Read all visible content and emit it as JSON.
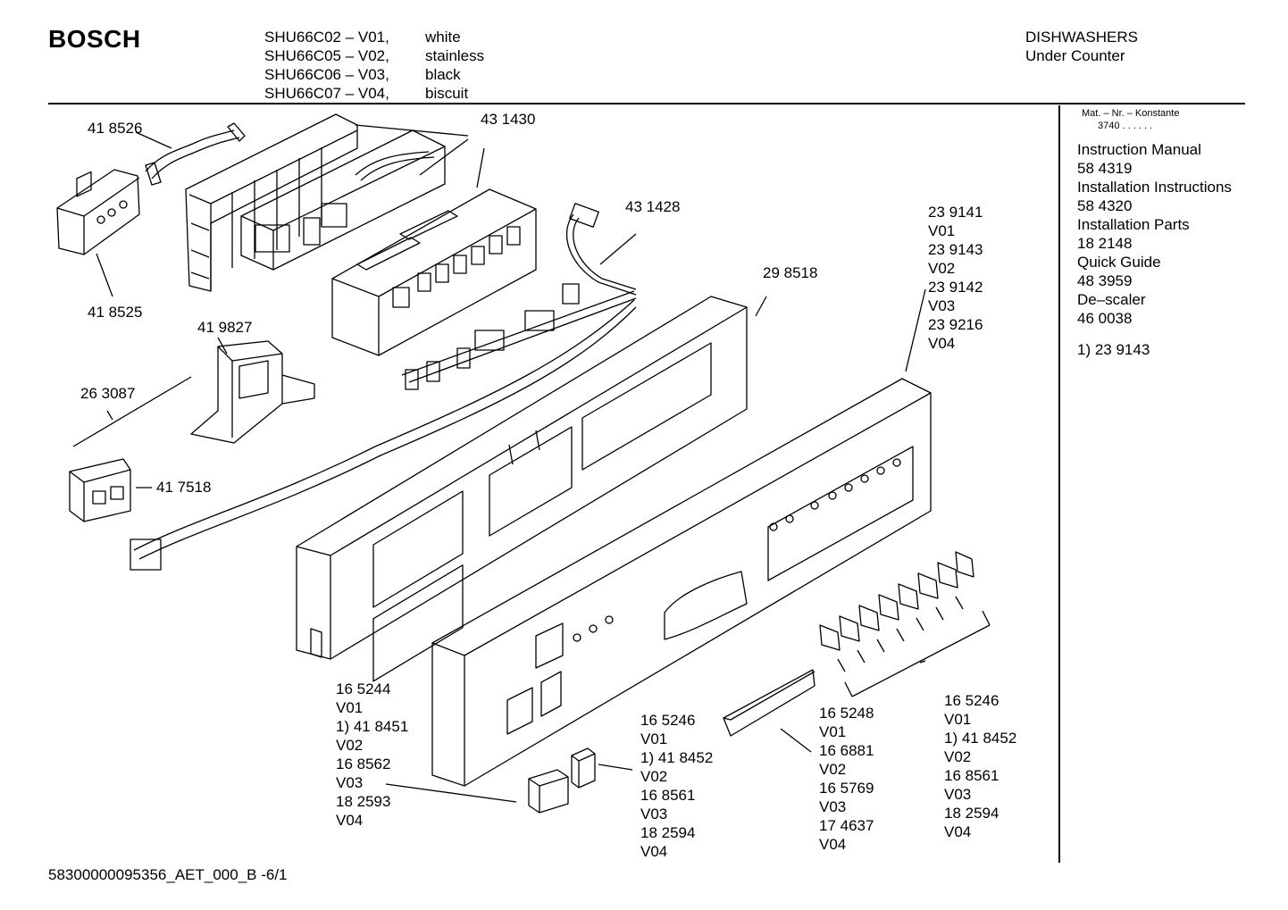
{
  "header": {
    "brand": "BOSCH",
    "models": [
      {
        "model": "SHU66C02 – V01,",
        "color": "white"
      },
      {
        "model": "SHU66C05 – V02,",
        "color": "stainless"
      },
      {
        "model": "SHU66C06 – V03,",
        "color": "black"
      },
      {
        "model": "SHU66C07 – V04,",
        "color": "biscuit"
      }
    ],
    "category": "DISHWASHERS",
    "subcategory": "Under Counter"
  },
  "sidebar": {
    "mat_label": "Mat. – Nr. – Konstante",
    "mat_value": "3740 . . . . . .",
    "docs": [
      {
        "title": "Instruction Manual",
        "number": "58 4319"
      },
      {
        "title": "Installation Instructions",
        "number": "58 4320"
      },
      {
        "title": "Installation Parts",
        "number": "18 2148"
      },
      {
        "title": "Quick Guide",
        "number": "48 3959"
      },
      {
        "title": "De–scaler",
        "number": "46 0038"
      }
    ],
    "footnote": "1) 23 9143"
  },
  "parts": {
    "p418526": "41 8526",
    "p431430": "43 1430",
    "p431428": "43 1428",
    "p418525": "41 8525",
    "p419827": "41 9827",
    "p263087": "26 3087",
    "p417518": "41 7518",
    "p298518": "29 8518"
  },
  "blocks": {
    "fascia": [
      "23 9141",
      "V01",
      "23 9143",
      "V02",
      "23 9142",
      "V03",
      "23 9216",
      "V04"
    ],
    "knob_left": [
      "16 5244",
      "V01",
      "1)  41 8451",
      "V02",
      "16 8562",
      "V03",
      "18 2593",
      "V04"
    ],
    "knob_mid": [
      "16 5246",
      "V01",
      "1) 41 8452",
      "V02",
      "16 8561",
      "V03",
      "18 2594",
      "V04"
    ],
    "strip": [
      "16 5248",
      "V01",
      "16 6881",
      "V02",
      "16 5769",
      "V03",
      "17 4637",
      "V04"
    ],
    "buttons": [
      "16 5246",
      "V01",
      "1) 41 8452",
      "V02",
      "16 8561",
      "V03",
      "18 2594",
      "V04"
    ]
  },
  "footer": {
    "code": "58300000095356_AET_000_B  -6/1"
  }
}
